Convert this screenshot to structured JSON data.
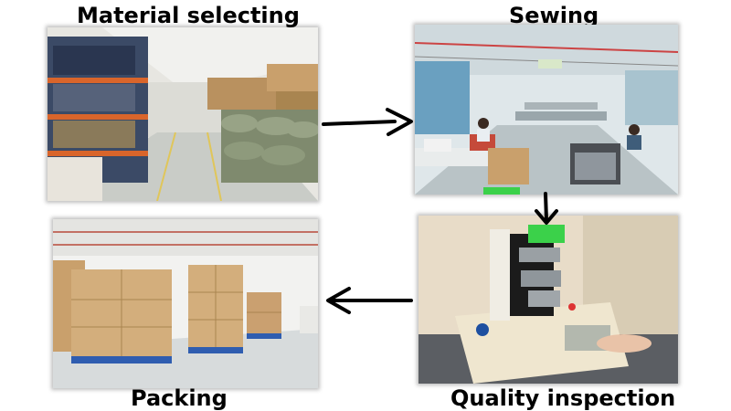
{
  "stages": {
    "material": {
      "label": "Material selecting"
    },
    "sewing": {
      "label": "Sewing"
    },
    "quality": {
      "label": "Quality inspection"
    },
    "packing": {
      "label": "Packing"
    }
  },
  "colors": {
    "arrow": "#000000",
    "shelf_orange": "#d9652b",
    "floor": "#c9ccc7",
    "box": "#c9a06c",
    "sewing_wall": "#dfe7ea",
    "tester_green": "#3bd14a"
  },
  "icons": {
    "flow_arrow": "arrow-right-icon"
  }
}
